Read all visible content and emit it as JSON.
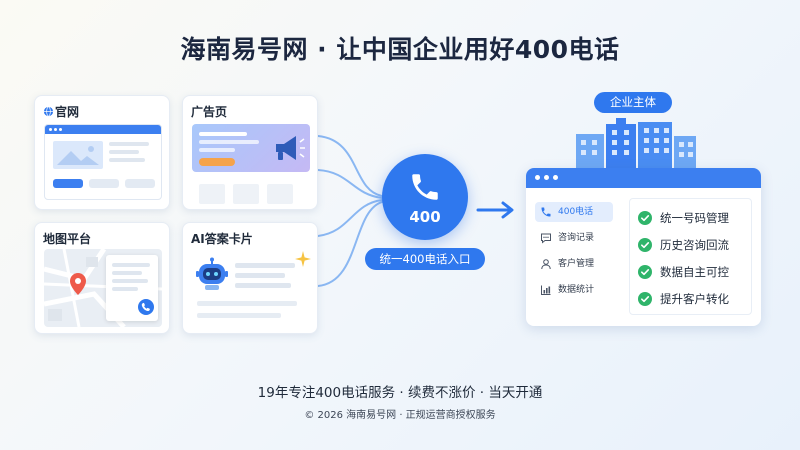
{
  "title": "海南易号网 · 让中国企业用好400电话",
  "cards": {
    "website": {
      "label": "官网"
    },
    "ad_page": {
      "label": "广告页"
    },
    "map": {
      "label": "地图平台"
    },
    "ai_card": {
      "label": "AI答案卡片"
    }
  },
  "center": {
    "number": "400",
    "entry_label": "统一400电话入口"
  },
  "enterprise": {
    "label": "企业主体",
    "sidebar": [
      {
        "label": "400电话",
        "icon": "phone-icon",
        "active": true
      },
      {
        "label": "咨询记录",
        "icon": "chat-icon",
        "active": false
      },
      {
        "label": "客户管理",
        "icon": "user-icon",
        "active": false
      },
      {
        "label": "数据统计",
        "icon": "bar-chart-icon",
        "active": false
      }
    ],
    "features": [
      {
        "label": "统一号码管理"
      },
      {
        "label": "历史咨询回流"
      },
      {
        "label": "数据自主可控"
      },
      {
        "label": "提升客户转化"
      }
    ]
  },
  "footer": {
    "main": "19年专注400电话服务 · 续费不涨价 · 当天开通",
    "copyright": "© 2026 海南易号网 · 正规运营商授权服务"
  },
  "colors": {
    "accent": "#2f78ee",
    "check_green": "#2fb46a",
    "orange": "#f5a34a",
    "map_pin": "#ee5a4a"
  }
}
